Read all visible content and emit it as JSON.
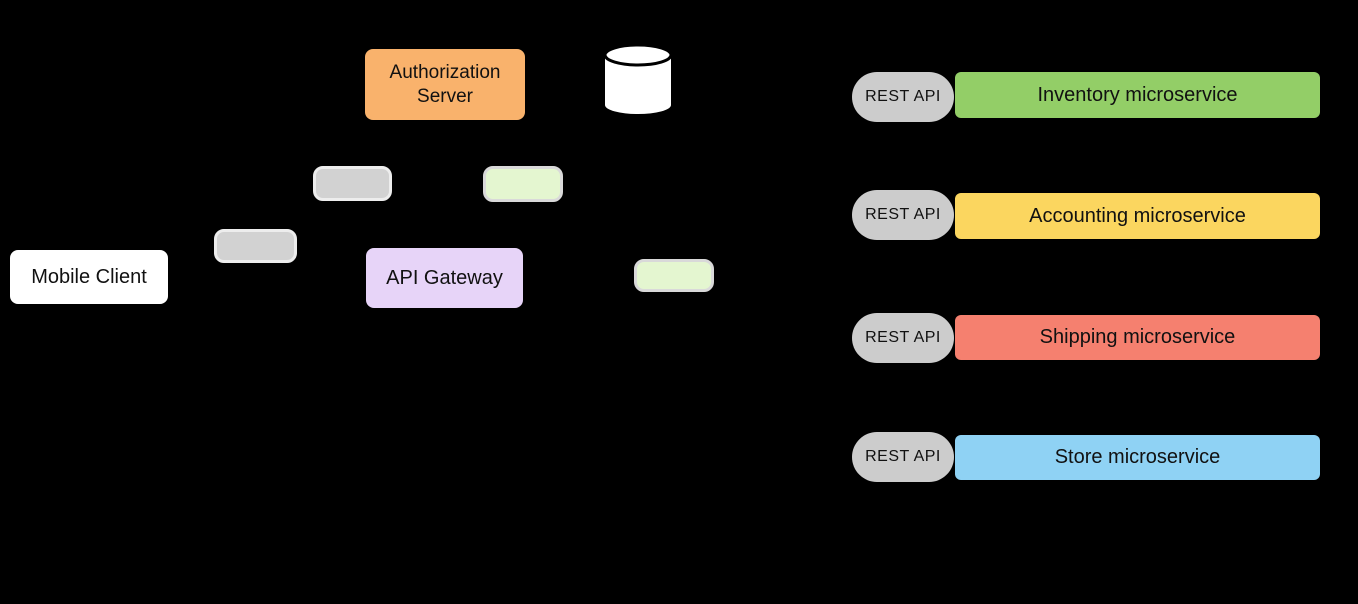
{
  "diagram": {
    "background_color": "#000000",
    "nodes": {
      "mobile_client": {
        "label": "Mobile Client",
        "fill": "#ffffff"
      },
      "authorization_server": {
        "label": "Authorization Server",
        "fill": "#f9b26c"
      },
      "api_gateway": {
        "label": "API Gateway",
        "fill": "#e7d4f8"
      },
      "database": {
        "icon": "database-cylinder-icon",
        "fill": "#ffffff",
        "stroke": "#000000"
      }
    },
    "connector_pills": [
      {
        "name": "gray-pill-upper",
        "fill": "#d2d2d2"
      },
      {
        "name": "gray-pill-lower",
        "fill": "#d2d2d2"
      },
      {
        "name": "green-pill-upper",
        "fill": "#e4f6d0"
      },
      {
        "name": "green-pill-lower",
        "fill": "#e4f6d0"
      }
    ],
    "services": [
      {
        "badge": "REST API",
        "badge_fill": "#cccccc",
        "label": "Inventory microservice",
        "fill": "#93ce67"
      },
      {
        "badge": "REST API",
        "badge_fill": "#cccccc",
        "label": "Accounting microservice",
        "fill": "#fbd65f"
      },
      {
        "badge": "REST API",
        "badge_fill": "#cccccc",
        "label": "Shipping microservice",
        "fill": "#f5806f"
      },
      {
        "badge": "REST API",
        "badge_fill": "#cccccc",
        "label": "Store microservice",
        "fill": "#8fd2f4"
      }
    ]
  }
}
